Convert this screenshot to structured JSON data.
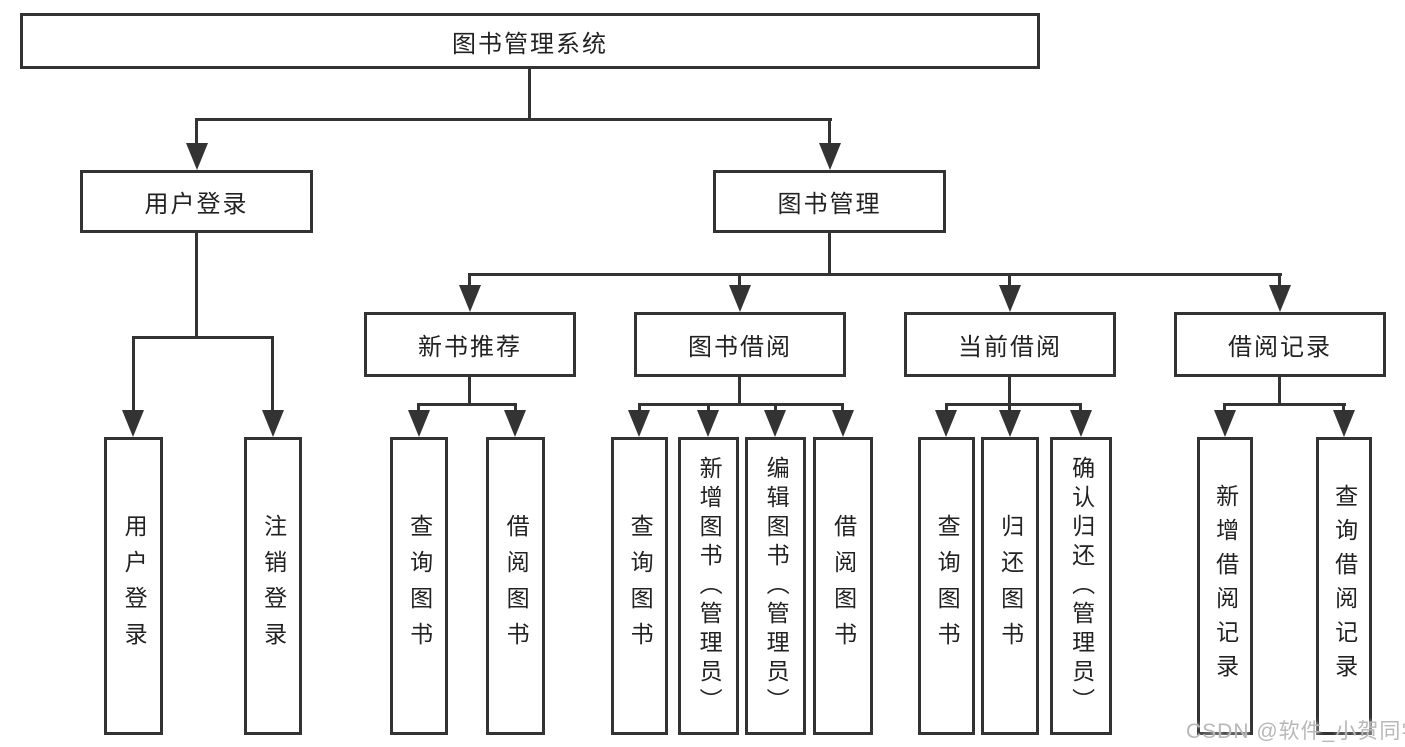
{
  "diagram_title": "图书管理系统",
  "root": {
    "label": "图书管理系统"
  },
  "level2": {
    "user_login": {
      "label": "用户登录"
    },
    "book_management": {
      "label": "图书管理"
    }
  },
  "level3": {
    "new_book_recommend": {
      "label": "新书推荐"
    },
    "book_borrow": {
      "label": "图书借阅"
    },
    "current_borrow": {
      "label": "当前借阅"
    },
    "borrow_records": {
      "label": "借阅记录"
    }
  },
  "leaves": {
    "user_login": [
      "用户登录",
      "注销登录"
    ],
    "new_book_recommend": [
      "查询图书",
      "借阅图书"
    ],
    "book_borrow": [
      "查询图书",
      "新增图书（管理员）",
      "编辑图书（管理员）",
      "借阅图书"
    ],
    "current_borrow": [
      "查询图书",
      "归还图书",
      "确认归还（管理员）"
    ],
    "borrow_records": [
      "新增借阅记录",
      "查询借阅记录"
    ]
  },
  "watermark": {
    "text": "CSDN @软件_小贺同学"
  },
  "colors": {
    "line": "#333333",
    "box_border": "#333333",
    "box_background": "#ffffff",
    "text": "#222222",
    "watermark": "#b8b8b8",
    "page_background": "#ffffff"
  }
}
